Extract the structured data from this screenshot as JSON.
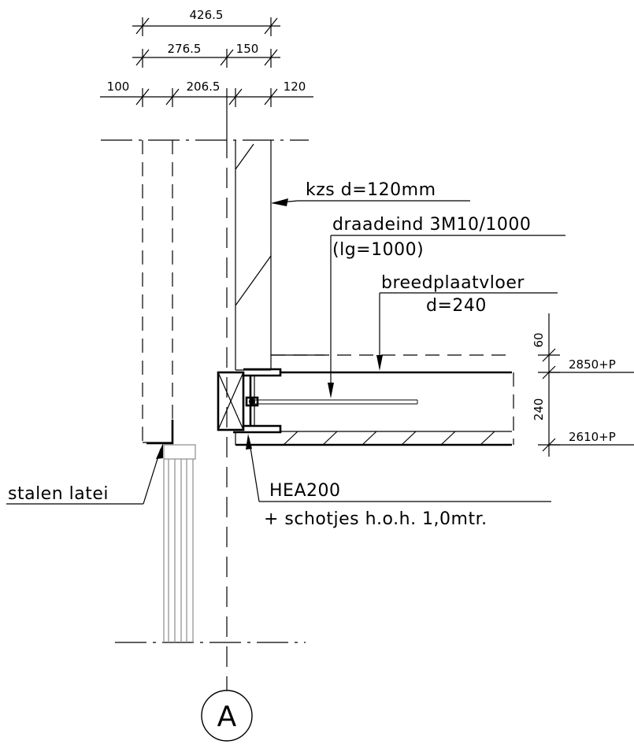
{
  "dimensions": {
    "top_total": "426.5",
    "row2_left": "276.5",
    "row2_right": "150",
    "row3_a": "100",
    "row3_b": "206.5",
    "row3_c": "120",
    "floor_top": "60",
    "floor_thickness": "240"
  },
  "levels": {
    "top": "2850+P",
    "bottom": "2610+P"
  },
  "labels": {
    "kzs": "kzs d=120mm",
    "draadeind_line1": "draadeind 3M10/1000",
    "draadeind_line2": "(lg=1000)",
    "breedplaat_line1": "breedplaatvloer",
    "breedplaat_line2": "d=240",
    "stalen_latei": "stalen latei",
    "hea_line1": "HEA200",
    "hea_line2": "+ schotjes h.o.h. 1,0mtr."
  },
  "grid_axis": {
    "label": "A"
  }
}
